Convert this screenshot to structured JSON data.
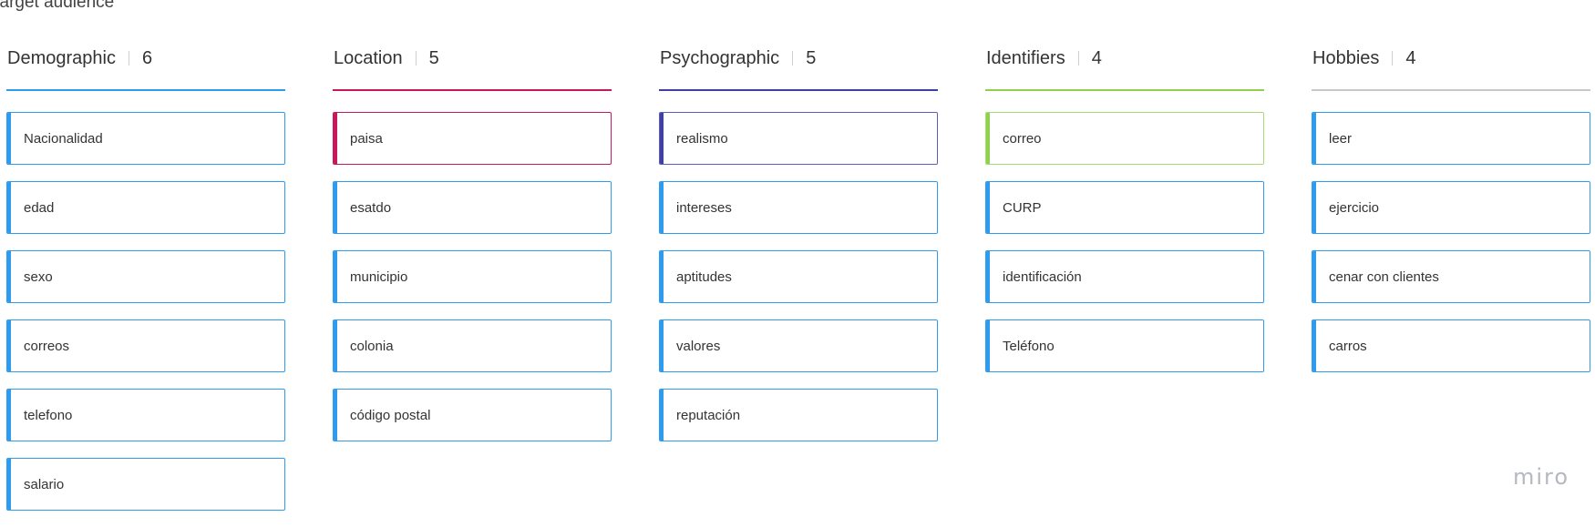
{
  "board": {
    "title": "Target audience"
  },
  "watermark": "miro",
  "columns": [
    {
      "name": "Demographic",
      "count": "6",
      "line_color": "#2d9bf0",
      "cards": [
        {
          "text": "Nacionalidad",
          "accent": "#2d9bf0",
          "border": "#2d9bf0"
        },
        {
          "text": "edad",
          "accent": "#2d9bf0",
          "border": "#2d9bf0"
        },
        {
          "text": "sexo",
          "accent": "#2d9bf0",
          "border": "#2d9bf0"
        },
        {
          "text": "correos",
          "accent": "#2d9bf0",
          "border": "#2d9bf0"
        },
        {
          "text": "telefono",
          "accent": "#2d9bf0",
          "border": "#2d9bf0"
        },
        {
          "text": "salario",
          "accent": "#2d9bf0",
          "border": "#2d9bf0"
        }
      ]
    },
    {
      "name": "Location",
      "count": "5",
      "line_color": "#c8175d",
      "cards": [
        {
          "text": "paisa",
          "accent": "#c8175d",
          "border": "#c8175d"
        },
        {
          "text": "esatdo",
          "accent": "#2d9bf0",
          "border": "#2d9bf0"
        },
        {
          "text": "municipio",
          "accent": "#2d9bf0",
          "border": "#2d9bf0"
        },
        {
          "text": "colonia",
          "accent": "#2d9bf0",
          "border": "#2d9bf0"
        },
        {
          "text": "código postal",
          "accent": "#2d9bf0",
          "border": "#2d9bf0"
        }
      ]
    },
    {
      "name": "Psychographic",
      "count": "5",
      "line_color": "#3f3fa8",
      "cards": [
        {
          "text": "realismo",
          "accent": "#3f3fa8",
          "border": "#5b5bb8"
        },
        {
          "text": "intereses",
          "accent": "#2d9bf0",
          "border": "#2d9bf0"
        },
        {
          "text": "aptitudes",
          "accent": "#2d9bf0",
          "border": "#2d9bf0"
        },
        {
          "text": "valores",
          "accent": "#2d9bf0",
          "border": "#2d9bf0"
        },
        {
          "text": "reputación",
          "accent": "#2d9bf0",
          "border": "#2d9bf0"
        }
      ]
    },
    {
      "name": "Identifiers",
      "count": "4",
      "line_color": "#8fd14f",
      "cards": [
        {
          "text": "correo",
          "accent": "#8fd14f",
          "border": "#a6dc73"
        },
        {
          "text": "CURP",
          "accent": "#2d9bf0",
          "border": "#2d9bf0"
        },
        {
          "text": "identificación",
          "accent": "#2d9bf0",
          "border": "#2d9bf0"
        },
        {
          "text": "Teléfono",
          "accent": "#2d9bf0",
          "border": "#2d9bf0"
        }
      ]
    },
    {
      "name": "Hobbies",
      "count": "4",
      "line_color": "#c8c8c8",
      "cards": [
        {
          "text": "leer",
          "accent": "#2d9bf0",
          "border": "#2d9bf0"
        },
        {
          "text": "ejercicio",
          "accent": "#2d9bf0",
          "border": "#2d9bf0"
        },
        {
          "text": "cenar con clientes",
          "accent": "#2d9bf0",
          "border": "#2d9bf0"
        },
        {
          "text": "carros",
          "accent": "#2d9bf0",
          "border": "#2d9bf0"
        }
      ]
    }
  ]
}
